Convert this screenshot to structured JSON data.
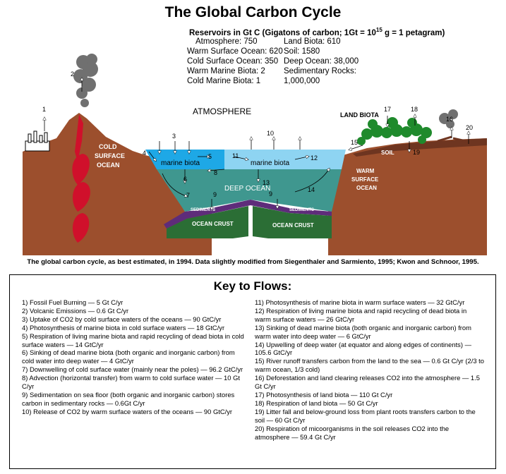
{
  "title": "The Global Carbon Cycle",
  "reservoirs": {
    "heading_pre": "Reservoirs in Gt C (Gigatons of carbon; 1Gt = 10",
    "heading_exp": "15",
    "heading_post": " g = 1 petagram)",
    "left": [
      "Atmosphere: 750",
      "Warm Surface Ocean: 620",
      "Cold Surface Ocean: 350",
      "Warm Marine Biota: 2",
      "Cold Marine Biota: 1"
    ],
    "right": [
      "Land Biota: 610",
      "Soil: 1580",
      "Deep Ocean: 38,000",
      "Sedimentary Rocks:",
      "1,000,000"
    ]
  },
  "diagram": {
    "atmosphere": "ATMOSPHERE",
    "land_biota": "LAND BIOTA",
    "soil": "SOIL",
    "cold_ocean": [
      "COLD",
      "SURFACE",
      "OCEAN"
    ],
    "warm_ocean": [
      "WARM",
      "SURFACE",
      "OCEAN"
    ],
    "marine_biota_left": "marine biota",
    "marine_biota_right": "marine biota",
    "deep_ocean": "DEEP OCEAN",
    "sediments": "SEDIMENTS",
    "ocean_crust": "OCEAN CRUST",
    "numbers": [
      "1",
      "2",
      "3",
      "4",
      "5",
      "6",
      "7",
      "8",
      "9",
      "9",
      "10",
      "11",
      "12",
      "13",
      "14",
      "15",
      "16",
      "17",
      "18",
      "19",
      "20"
    ],
    "colors": {
      "land": "#9c4f2d",
      "cold_ocean": "#1ea8e6",
      "warm_ocean": "#8ed4f2",
      "deep_ocean": "#3f978f",
      "crust": "#2b6e35",
      "sediment": "#5e2c7a",
      "trees": "#1f8a2c",
      "smoke": "#707070",
      "lava": "#d0102b"
    }
  },
  "caption": "The global carbon cycle, as best estimated, in 1994.  Data slightly modified from Siegenthaler and Sarmiento, 1995; Kwon and Schnoor, 1995.",
  "key": {
    "title": "Key to Flows:",
    "left": [
      "1) Fossil Fuel Burning — 5 Gt C/yr",
      "2) Volcanic Emissions — 0.6 Gt C/yr",
      "3) Uptake of CO2 by cold surface waters of the oceans — 90 GtC/yr",
      "4) Photosynthesis of marine biota in cold surface waters — 18 GtC/yr",
      "5) Respiration of living marine biota and rapid recycling of dead biota in cold surface waters — 14 GtC/yr",
      "6) Sinking of dead marine biota (both organic and inorganic carbon) from cold water into deep water — 4 GtC/yr",
      "7) Downwelling of cold surface water (mainly near the poles) — 96.2 GtC/yr",
      "8) Advection (horizontal transfer) from warm to cold surface water — 10 Gt C/yr",
      "9) Sedimentation on sea floor (both organic and inorganic carbon) stores carbon in sedimentary rocks — 0.6Gt C/yr",
      "10) Release of CO2 by warm surface waters of the oceans — 90 GtC/yr"
    ],
    "right": [
      "11) Photosynthesis of marine biota in warm surface waters — 32 GtC/yr",
      "12) Respiration of living marine biota and rapid recycling of dead biota in warm surface waters — 26 GtC/yr",
      "13) Sinking of dead marine biota (both organic and inorganic carbon) from warm water into deep water — 6 GtC/yr",
      "14) Upwelling of deep water (at equator and along edges of continents) — 105.6 GtC/yr",
      "15) River runoff transfers carbon from the land to the sea — 0.6 Gt C/yr (2/3 to warm ocean, 1/3 cold)",
      "16) Deforestation and land clearing releases CO2 into the atmosphere — 1.5 Gt C/yr",
      "17) Photosynthesis of land biota — 110 Gt C/yr",
      "18) Respiration of land biota — 50 Gt C/yr",
      "19) Litter fall and below-ground loss from plant roots transfers carbon to the soil — 60 Gt C/yr",
      "20) Respiration of micoorganisms in the soil releases CO2 into the atmosphere — 59.4 Gt C/yr"
    ]
  }
}
